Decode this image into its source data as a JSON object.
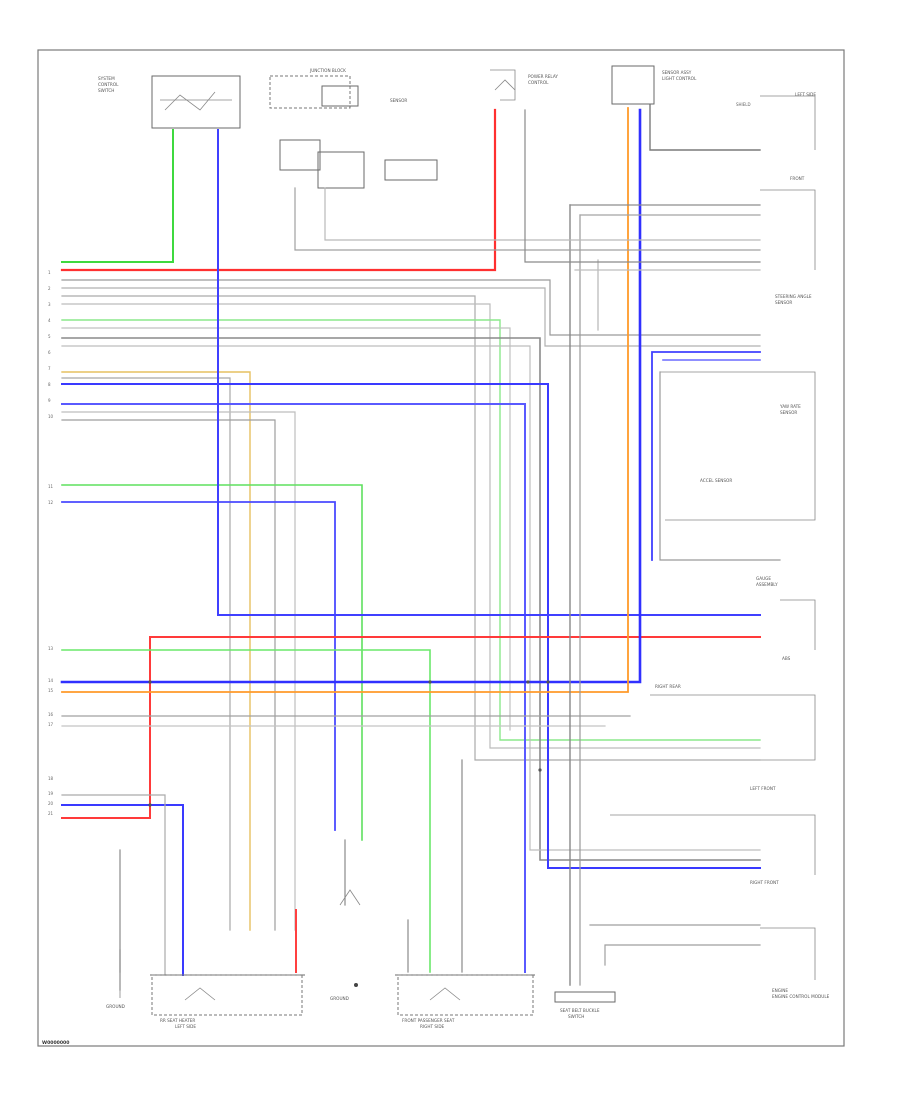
{
  "footer_code": "W0000000",
  "components": {
    "engine_control": "ENGINE CONTROL MODULE",
    "rear_seat_a": "RR SEAT HEATER",
    "front_seat": "FRONT PASSENGER SEAT",
    "seat_belt": "SEAT BELT BUCKLE"
  },
  "colors": {
    "green": "#3fd93f",
    "red": "#ff3030",
    "blue": "#3a3aff",
    "orange": "#ff9a2a",
    "yellow": "#e6c060",
    "gray": "#7d7d7d",
    "lightgray": "#c8c8c8",
    "lightgreen": "#9ae89a"
  }
}
